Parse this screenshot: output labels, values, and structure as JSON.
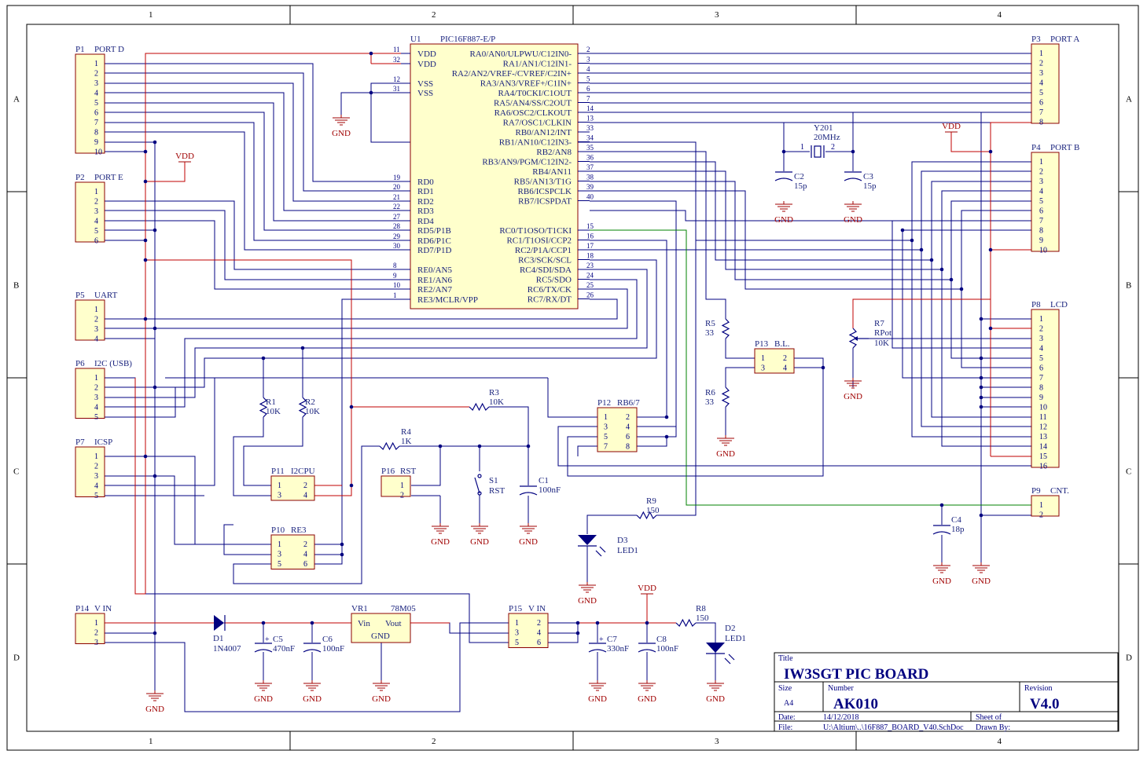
{
  "title_block": {
    "title_label": "Title",
    "title": "IW3SGT PIC BOARD",
    "size_label": "Size",
    "size": "A4",
    "number_label": "Number",
    "number": "AK010",
    "revision_label": "Revision",
    "revision": "V4.0",
    "date_label": "Date:",
    "date": "14/12/2018",
    "sheet_label": "Sheet    of",
    "file_label": "File:",
    "file": "U:\\Altium\\..\\16F887_BOARD_V40.SchDoc",
    "drawn_label": "Drawn By:"
  },
  "zones": {
    "cols": [
      "1",
      "2",
      "3",
      "4"
    ],
    "rows": [
      "A",
      "B",
      "C",
      "D"
    ]
  },
  "mcu": {
    "ref": "U1",
    "part": "PIC16F887-E/P",
    "left_pins": [
      {
        "num": "11",
        "name": "VDD"
      },
      {
        "num": "32",
        "name": "VDD"
      },
      {
        "num": "12",
        "name": "VSS"
      },
      {
        "num": "31",
        "name": "VSS"
      },
      {
        "num": "19",
        "name": "RD0"
      },
      {
        "num": "20",
        "name": "RD1"
      },
      {
        "num": "21",
        "name": "RD2"
      },
      {
        "num": "22",
        "name": "RD3"
      },
      {
        "num": "27",
        "name": "RD4"
      },
      {
        "num": "28",
        "name": "RD5/P1B"
      },
      {
        "num": "29",
        "name": "RD6/P1C"
      },
      {
        "num": "30",
        "name": "RD7/P1D"
      },
      {
        "num": "8",
        "name": "RE0/AN5"
      },
      {
        "num": "9",
        "name": "RE1/AN6"
      },
      {
        "num": "10",
        "name": "RE2/AN7"
      },
      {
        "num": "1",
        "name": "RE3/MCLR/VPP"
      }
    ],
    "right_pins": [
      {
        "num": "2",
        "name": "RA0/AN0/ULPWU/C12IN0-"
      },
      {
        "num": "3",
        "name": "RA1/AN1/C12IN1-"
      },
      {
        "num": "4",
        "name": "RA2/AN2/VREF-/CVREF/C2IN+"
      },
      {
        "num": "5",
        "name": "RA3/AN3/VREF+/C1IN+"
      },
      {
        "num": "6",
        "name": "RA4/T0CKI/C1OUT"
      },
      {
        "num": "7",
        "name": "RA5/AN4/SS/C2OUT"
      },
      {
        "num": "14",
        "name": "RA6/OSC2/CLKOUT"
      },
      {
        "num": "13",
        "name": "RA7/OSC1/CLKIN"
      },
      {
        "num": "33",
        "name": "RB0/AN12/INT"
      },
      {
        "num": "34",
        "name": "RB1/AN10/C12IN3-"
      },
      {
        "num": "35",
        "name": "RB2/AN8"
      },
      {
        "num": "36",
        "name": "RB3/AN9/PGM/C12IN2-"
      },
      {
        "num": "37",
        "name": "RB4/AN11"
      },
      {
        "num": "38",
        "name": "RB5/AN13/T1G"
      },
      {
        "num": "39",
        "name": "RB6/ICSPCLK"
      },
      {
        "num": "40",
        "name": "RB7/ICSPDAT"
      },
      {
        "num": "15",
        "name": "RC0/T1OSO/T1CKI"
      },
      {
        "num": "16",
        "name": "RC1/T1OSI/CCP2"
      },
      {
        "num": "17",
        "name": "RC2/P1A/CCP1"
      },
      {
        "num": "18",
        "name": "RC3/SCK/SCL"
      },
      {
        "num": "23",
        "name": "RC4/SDI/SDA"
      },
      {
        "num": "24",
        "name": "RC5/SDO"
      },
      {
        "num": "25",
        "name": "RC6/TX/CK"
      },
      {
        "num": "26",
        "name": "RC7/RX/DT"
      }
    ]
  },
  "connectors": {
    "p1": {
      "ref": "P1",
      "name": "PORT D",
      "pins": [
        "1",
        "2",
        "3",
        "4",
        "5",
        "6",
        "7",
        "8",
        "9",
        "10"
      ]
    },
    "p2": {
      "ref": "P2",
      "name": "PORT E",
      "pins": [
        "1",
        "2",
        "3",
        "4",
        "5",
        "6"
      ]
    },
    "p5": {
      "ref": "P5",
      "name": "UART",
      "pins": [
        "1",
        "2",
        "3",
        "4"
      ]
    },
    "p6": {
      "ref": "P6",
      "name": "I2C (USB)",
      "pins": [
        "1",
        "2",
        "3",
        "4",
        "5"
      ]
    },
    "p7": {
      "ref": "P7",
      "name": "ICSP",
      "pins": [
        "1",
        "2",
        "3",
        "4",
        "5"
      ]
    },
    "p14": {
      "ref": "P14",
      "name": "V IN",
      "pins": [
        "1",
        "2",
        "3"
      ]
    },
    "p3": {
      "ref": "P3",
      "name": "PORT A",
      "pins": [
        "1",
        "2",
        "3",
        "4",
        "5",
        "6",
        "7",
        "8"
      ]
    },
    "p4": {
      "ref": "P4",
      "name": "PORT B",
      "pins": [
        "1",
        "2",
        "3",
        "4",
        "5",
        "6",
        "7",
        "8",
        "9",
        "10"
      ]
    },
    "p8": {
      "ref": "P8",
      "name": "LCD",
      "pins": [
        "1",
        "2",
        "3",
        "4",
        "5",
        "6",
        "7",
        "8",
        "9",
        "10",
        "11",
        "12",
        "13",
        "14",
        "15",
        "16"
      ]
    },
    "p9": {
      "ref": "P9",
      "name": "CNT.",
      "pins": [
        "1",
        "2"
      ]
    },
    "p11": {
      "ref": "P11",
      "name": "I2CPU",
      "pins": [
        "1",
        "2",
        "3",
        "4"
      ]
    },
    "p10": {
      "ref": "P10",
      "name": "RE3",
      "pins": [
        "1",
        "2",
        "3",
        "4",
        "5",
        "6"
      ]
    },
    "p16": {
      "ref": "P16",
      "name": "RST",
      "pins": [
        "1",
        "2"
      ]
    },
    "p12": {
      "ref": "P12",
      "name": "RB6/7",
      "pins": [
        "1",
        "2",
        "3",
        "4",
        "5",
        "6",
        "7",
        "8"
      ]
    },
    "p13": {
      "ref": "P13",
      "name": "B.L.",
      "pins": [
        "1",
        "2",
        "3",
        "4"
      ]
    },
    "p15": {
      "ref": "P15",
      "name": "V IN",
      "pins": [
        "1",
        "2",
        "3",
        "4",
        "5",
        "6"
      ]
    }
  },
  "components": {
    "r1": {
      "ref": "R1",
      "value": "10K"
    },
    "r2": {
      "ref": "R2",
      "value": "10K"
    },
    "r3": {
      "ref": "R3",
      "value": "10K"
    },
    "r4": {
      "ref": "R4",
      "value": "1K"
    },
    "r5": {
      "ref": "R5",
      "value": "33"
    },
    "r6": {
      "ref": "R6",
      "value": "33"
    },
    "r7": {
      "ref": "R7",
      "value": "RPot",
      "value2": "10K"
    },
    "r8": {
      "ref": "R8",
      "value": "150"
    },
    "r9": {
      "ref": "R9",
      "value": "150"
    },
    "c1": {
      "ref": "C1",
      "value": "100nF"
    },
    "c2": {
      "ref": "C2",
      "value": "15p"
    },
    "c3": {
      "ref": "C3",
      "value": "15p"
    },
    "c4": {
      "ref": "C4",
      "value": "18p"
    },
    "c5": {
      "ref": "C5",
      "value": "470nF"
    },
    "c6": {
      "ref": "C6",
      "value": "100nF"
    },
    "c7": {
      "ref": "C7",
      "value": "330nF"
    },
    "c8": {
      "ref": "C8",
      "value": "100nF"
    },
    "y201": {
      "ref": "Y201",
      "value": "20MHz",
      "pin1": "1",
      "pin2": "2"
    },
    "s1": {
      "ref": "S1",
      "value": "RST"
    },
    "d1": {
      "ref": "D1",
      "value": "1N4007"
    },
    "d2": {
      "ref": "D2",
      "value": "LED1"
    },
    "d3": {
      "ref": "D3",
      "value": "LED1"
    },
    "vr1": {
      "ref": "VR1",
      "value": "78M05",
      "vin": "Vin",
      "vout": "Vout",
      "gnd": "GND"
    }
  },
  "power": {
    "gnd": "GND",
    "vdd": "VDD",
    "plus": "+"
  }
}
